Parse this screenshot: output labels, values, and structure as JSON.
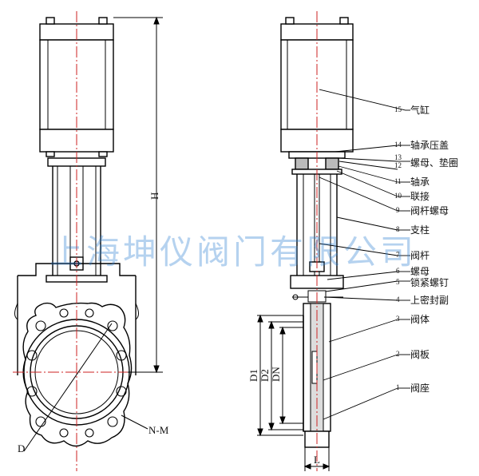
{
  "watermark": "上海坤仪阀门有限公司",
  "dimensions": {
    "H": "H",
    "D": "D",
    "NM": "N-M",
    "D1": "D1",
    "D2": "D2",
    "DN": "DN",
    "L": "L"
  },
  "parts": [
    {
      "num": "15",
      "label": "气缸"
    },
    {
      "num": "14",
      "label": "轴承压盖"
    },
    {
      "num": "13",
      "label": ""
    },
    {
      "num": "12",
      "label": "螺母、垫圈"
    },
    {
      "num": "11",
      "label": "轴承"
    },
    {
      "num": "10",
      "label": "联接"
    },
    {
      "num": "9",
      "label": "阀杆螺母"
    },
    {
      "num": "8",
      "label": "支柱"
    },
    {
      "num": "7",
      "label": "阀杆"
    },
    {
      "num": "6",
      "label": "螺母"
    },
    {
      "num": "5",
      "label": "锁紧螺钉"
    },
    {
      "num": "4",
      "label": "上密封副"
    },
    {
      "num": "3",
      "label": "阀体"
    },
    {
      "num": "2",
      "label": "阀板"
    },
    {
      "num": "1",
      "label": "阀座"
    }
  ]
}
